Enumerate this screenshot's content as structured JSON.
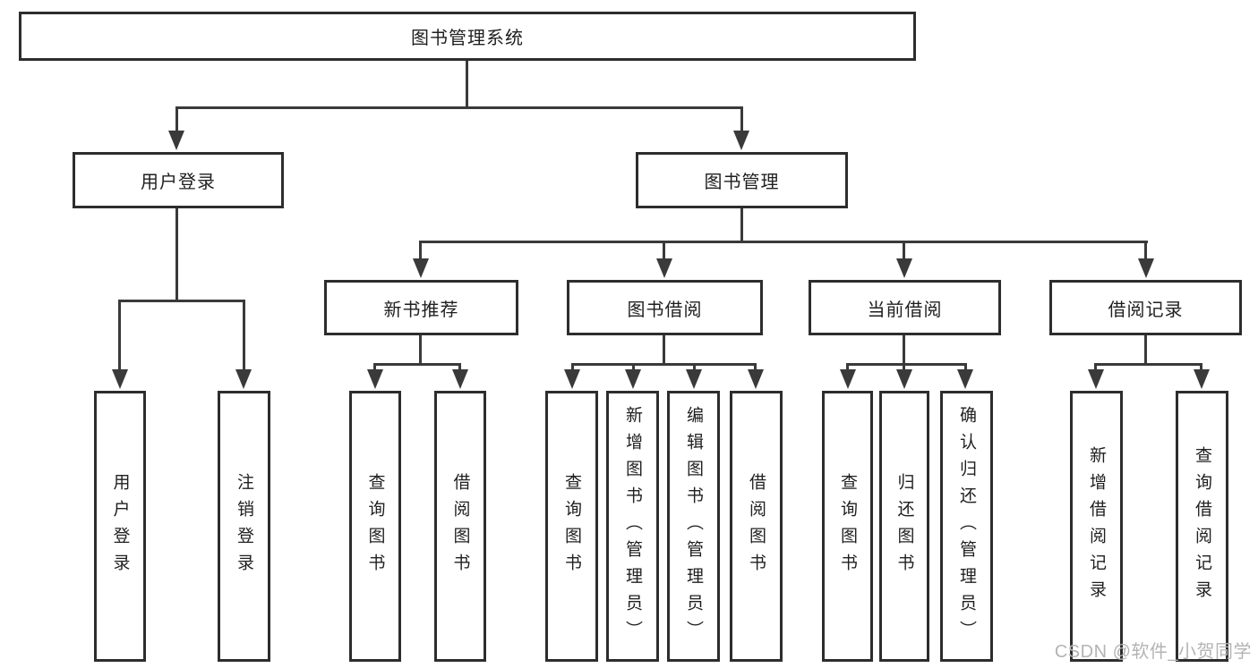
{
  "tree": {
    "root": {
      "label": "图书管理系统"
    },
    "user_login": {
      "label": "用户登录",
      "children": [
        {
          "label": "用户登录"
        },
        {
          "label": "注销登录"
        }
      ]
    },
    "book_mgmt": {
      "label": "图书管理",
      "children": [
        {
          "label": "新书推荐",
          "children": [
            {
              "label": "查询图书"
            },
            {
              "label": "借阅图书"
            }
          ]
        },
        {
          "label": "图书借阅",
          "children": [
            {
              "label": "查询图书"
            },
            {
              "label": "新增图书（管理员）"
            },
            {
              "label": "编辑图书（管理员）"
            },
            {
              "label": "借阅图书"
            }
          ]
        },
        {
          "label": "当前借阅",
          "children": [
            {
              "label": "查询图书"
            },
            {
              "label": "归还图书"
            },
            {
              "label": "确认归还（管理员）"
            }
          ]
        },
        {
          "label": "借阅记录",
          "children": [
            {
              "label": "新增借阅记录"
            },
            {
              "label": "查询借阅记录"
            }
          ]
        }
      ]
    }
  },
  "watermark": "CSDN @软件_小贺同学",
  "colors": {
    "background": "#ffffff",
    "box_border": "#2d2d2d",
    "line": "#3a3a3a",
    "text": "#1f1f1f",
    "watermark": "#b4b4b4"
  }
}
